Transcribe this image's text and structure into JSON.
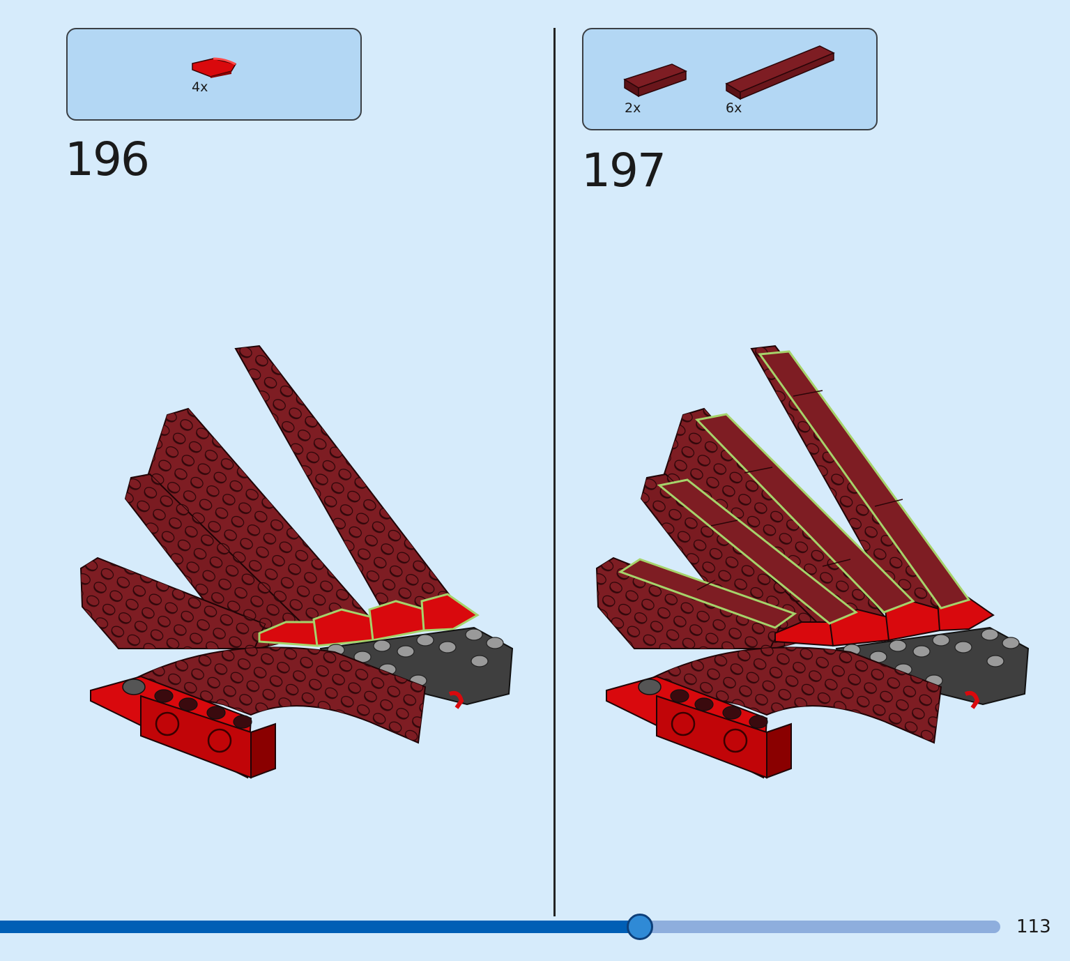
{
  "steps": [
    {
      "number": "196",
      "parts": [
        {
          "name": "red curved slope 1x2",
          "quantity": "4x",
          "color": "#d9090d"
        }
      ]
    },
    {
      "number": "197",
      "parts": [
        {
          "name": "dark red tile 1x4",
          "quantity": "2x",
          "color": "#7e1d23"
        },
        {
          "name": "dark red tile 1x8",
          "quantity": "6x",
          "color": "#7e1d23"
        }
      ]
    }
  ],
  "page": {
    "number": "113",
    "progress_fraction": 0.64
  },
  "colors": {
    "background": "#d6ebfb",
    "parts_box": "#b3d7f4",
    "brick_red": "#d9090d",
    "dark_red": "#7e1d23",
    "dark_gray": "#3f3f3f",
    "highlight": "#a6d36b",
    "progress_fill": "#005eb5",
    "progress_track": "#8eaedd"
  }
}
